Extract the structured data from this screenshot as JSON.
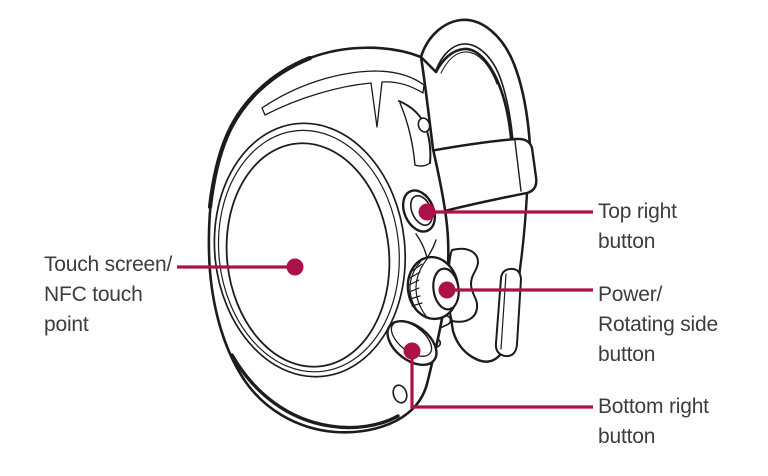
{
  "colors": {
    "background": "#ffffff",
    "accent": "#ae1149",
    "ink": "#1c1c1c",
    "label_text": "#3d3d3d"
  },
  "callouts": {
    "touch_screen": {
      "label": "Touch screen/\nNFC touch\npoint"
    },
    "top_right_button": {
      "label": "Top right\nbutton"
    },
    "power_rotating": {
      "label": "Power/\nRotating side\nbutton"
    },
    "bottom_right_button": {
      "label": "Bottom right\nbutton"
    }
  }
}
